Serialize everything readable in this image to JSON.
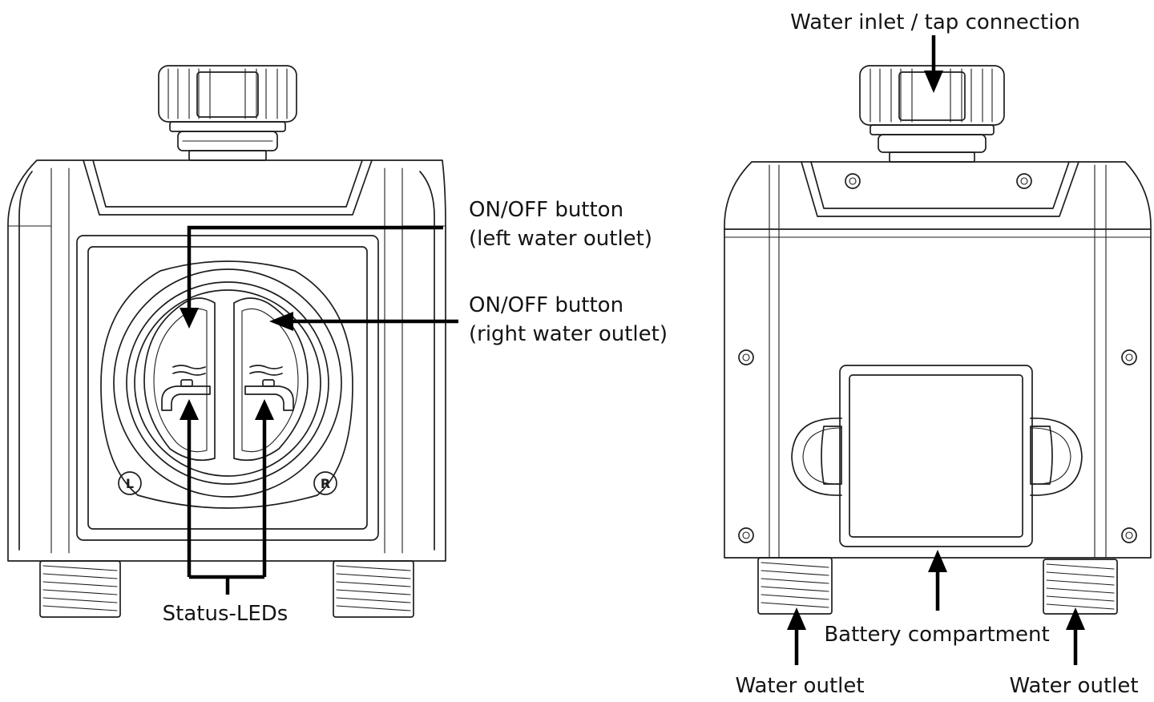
{
  "labels": {
    "onoff_left_line1": "ON/OFF button",
    "onoff_left_line2": "(left water outlet)",
    "onoff_right_line1": "ON/OFF button",
    "onoff_right_line2": "(right water outlet)",
    "status_leds": "Status-LEDs",
    "water_inlet": "Water inlet / tap connection",
    "battery_compartment": "Battery compartment",
    "water_outlet_left": "Water outlet",
    "water_outlet_right": "Water outlet"
  },
  "markings": {
    "left_button": "L",
    "right_button": "R"
  },
  "icons": {
    "front_left_led": "faucet-icon",
    "front_right_led": "faucet-icon"
  }
}
